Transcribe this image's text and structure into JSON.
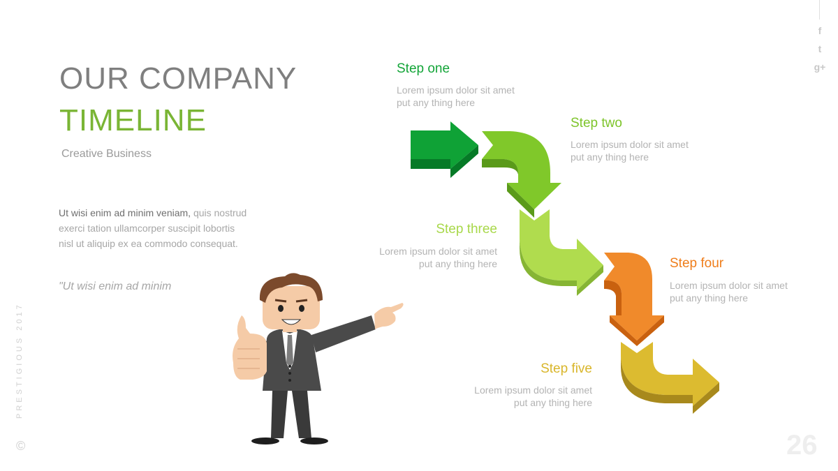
{
  "header": {
    "title_line1": "OUR COMPANY",
    "title_line2": "TIMELINE",
    "subtitle": "Creative Business"
  },
  "body": {
    "lead": "Ut wisi enim ad minim veniam,",
    "paragraph": " quis nostrud exerci tation ullamcorper suscipit lobortis nisl ut aliquip ex ea commodo consequat.",
    "quote": "\"Ut wisi enim ad minim"
  },
  "sidebar": {
    "vertical_text": "PRESTIGIOUS 2017",
    "copyright": "©",
    "social": [
      "f",
      "t",
      "g+"
    ]
  },
  "page_number": "26",
  "steps": [
    {
      "title": "Step one",
      "desc": "Lorem ipsum dolor sit amet put any thing here",
      "color": "#13a538"
    },
    {
      "title": "Step two",
      "desc": "Lorem ipsum dolor sit amet put any thing here",
      "color": "#7dc42a"
    },
    {
      "title": "Step three",
      "desc": "Lorem ipsum dolor sit amet put any thing here",
      "color": "#a8d84a"
    },
    {
      "title": "Step four",
      "desc": "Lorem ipsum dolor sit amet put any thing here",
      "color": "#ef7d1a"
    },
    {
      "title": "Step five",
      "desc": "Lorem ipsum dolor sit amet put any thing here",
      "color": "#d9b62b"
    }
  ],
  "icons": [
    "businessman-thumbs-up-icon",
    "facebook-icon",
    "twitter-icon",
    "google-plus-icon"
  ]
}
